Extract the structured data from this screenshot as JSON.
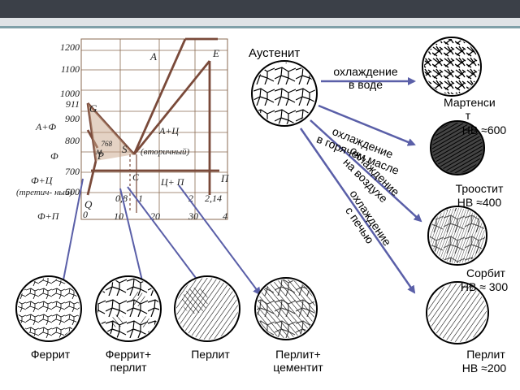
{
  "diagram": {
    "temperature_ticks": [
      "1200",
      "1100",
      "1000",
      "911",
      "900",
      "800",
      "768",
      "700",
      "600"
    ],
    "concentration_ticks": [
      "0",
      "0,8",
      "1",
      "2",
      "2,14",
      "10",
      "20",
      "30",
      "4"
    ],
    "points": [
      "A",
      "E",
      "G",
      "S",
      "Q",
      "P",
      "П"
    ],
    "phase_fields": {
      "austenite_field": "А",
      "austenite_ferrite": "А+Ф",
      "austenite_cementite": "А+Ц",
      "secondary_cementite": "(вторичный)",
      "ferrite": "Ф",
      "ferrite_m": "м",
      "ferrite_cementite": "Ф+Ц",
      "tertiary": "(третич-\nный)",
      "ferrite_pearlite": "Ф+П",
      "cementite_pearlite": "Ц+ П",
      "c_letter": "С"
    }
  },
  "austenite": {
    "label": "Аустенит"
  },
  "cooling_modes": {
    "water": "охлаждение\nв воде",
    "oil": "охлаждение\nв горячем масле",
    "air": "охлаждение\nна воздухе",
    "furnace": "охлаждение\nс печью"
  },
  "right_structures": [
    {
      "name": "Мартенсит",
      "name_line1": "Мартенси",
      "name_line2": "т",
      "hardness": "HB ≈600"
    },
    {
      "name": "Троостит",
      "hardness": "HB ≈400"
    },
    {
      "name": "Сорбит",
      "hardness": "HB ≈ 300"
    },
    {
      "name": "Перлит",
      "hardness": "HB ≈200"
    }
  ],
  "bottom_structures": [
    {
      "name": "Феррит"
    },
    {
      "name": "Феррит+\nперлит"
    },
    {
      "name": "Перлит"
    },
    {
      "name": "Перлит+\nцементит"
    }
  ]
}
